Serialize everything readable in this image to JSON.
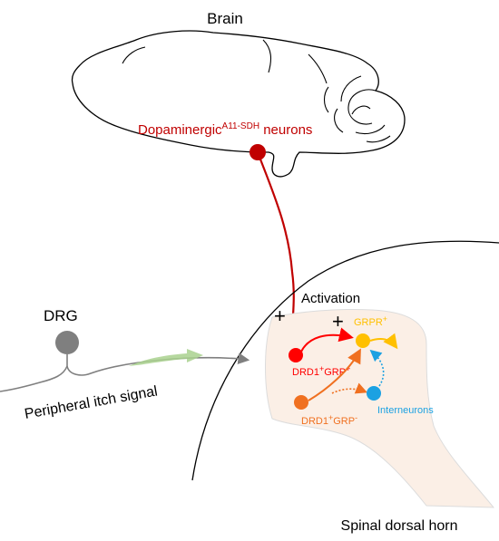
{
  "labels": {
    "brain": "Brain",
    "dopaminergic_main": "Dopaminergic",
    "dopaminergic_sup": "A11-SDH",
    "dopaminergic_tail": " neurons",
    "drg": "DRG",
    "peripheral_itch": "Peripheral itch signal",
    "activation": "Activation",
    "plus_left": "+",
    "plus_right": "+",
    "grpr_main": "GRPR",
    "grpr_sup": "+",
    "drd1_grp_pos_a": "DRD1",
    "drd1_grp_pos_sup1": "+",
    "drd1_grp_pos_b": "GRP",
    "drd1_grp_pos_sup2": "+",
    "drd1_grp_neg_a": "DRD1",
    "drd1_grp_neg_sup1": "+",
    "drd1_grp_neg_b": "GRP",
    "drd1_grp_neg_sup2": "-",
    "interneurons": "Interneurons",
    "spinal_dorsal_horn": "Spinal dorsal horn"
  },
  "colors": {
    "dopaminergic": "#c00000",
    "drd1_grp_pos": "#ff0000",
    "drd1_grp_neg": "#f07020",
    "grpr": "#ffc000",
    "interneurons": "#1ba1e2",
    "drg": "#7f7f7f",
    "dorsal_horn_fill": "#fbefe6",
    "arrow_green": "#a9d18e"
  }
}
